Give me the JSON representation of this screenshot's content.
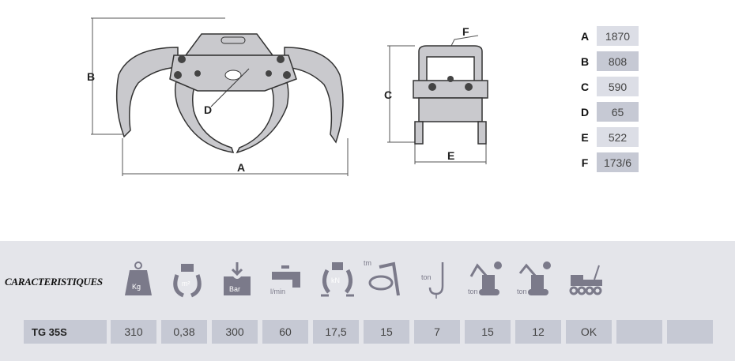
{
  "diagram_labels": {
    "A": "A",
    "B": "B",
    "C": "C",
    "D": "D",
    "E": "E",
    "F": "F"
  },
  "specs": [
    {
      "label": "A",
      "value": "1870"
    },
    {
      "label": "B",
      "value": "808"
    },
    {
      "label": "C",
      "value": "590"
    },
    {
      "label": "D",
      "value": "65"
    },
    {
      "label": "E",
      "value": "522"
    },
    {
      "label": "F",
      "value": "173/6"
    }
  ],
  "characteristics": {
    "title": "CARACTERISTIQUES",
    "icons": [
      {
        "name": "weight-icon",
        "text": "Kg"
      },
      {
        "name": "grapple-area-icon",
        "text": "m²"
      },
      {
        "name": "pressure-icon",
        "text": "Bar"
      },
      {
        "name": "flow-icon",
        "text": "l/min"
      },
      {
        "name": "force-icon",
        "text": "kN"
      },
      {
        "name": "torque-icon",
        "text": "tm"
      },
      {
        "name": "hook-icon",
        "text": "ton"
      },
      {
        "name": "excavator-rotator-icon",
        "text": "ton"
      },
      {
        "name": "excavator-icon",
        "text": "ton"
      },
      {
        "name": "forwarder-icon",
        "text": ""
      }
    ],
    "row": {
      "model": "TG 35S",
      "values": [
        "310",
        "0,38",
        "300",
        "60",
        "17,5",
        "15",
        "7",
        "15",
        "12",
        "OK",
        "",
        ""
      ]
    }
  },
  "colors": {
    "band": "#e4e5ea",
    "cell": "#c6c9d4",
    "cell_light": "#dcdee6",
    "icon": "#7b7a8a"
  }
}
